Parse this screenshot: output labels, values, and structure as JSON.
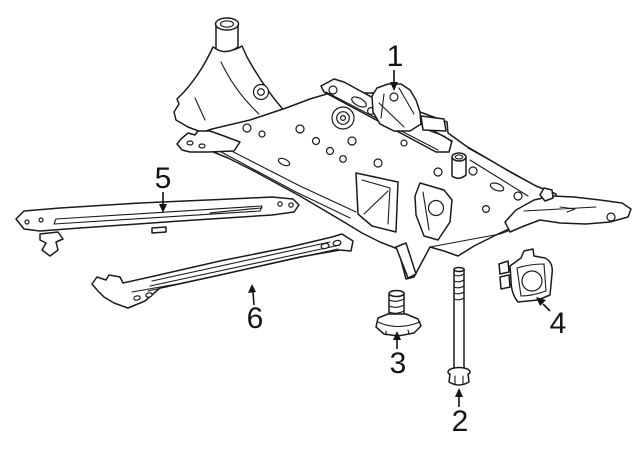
{
  "canvas": {
    "background_color": "#ffffff",
    "line_color": "#1b1b1b",
    "label_color": "#141414"
  },
  "diagram": {
    "type": "exploded-parts-line-drawing",
    "subject": "front suspension crossmember / engine cradle with braces and fasteners",
    "callouts": [
      {
        "number": "1",
        "target": "subframe-crossmember-mount"
      },
      {
        "number": "2",
        "target": "long-flange-bolt"
      },
      {
        "number": "3",
        "target": "short-flange-bolt"
      },
      {
        "number": "4",
        "target": "retainer-bracket"
      },
      {
        "number": "5",
        "target": "upper-brace-bar"
      },
      {
        "number": "6",
        "target": "lower-brace-bar"
      }
    ]
  }
}
